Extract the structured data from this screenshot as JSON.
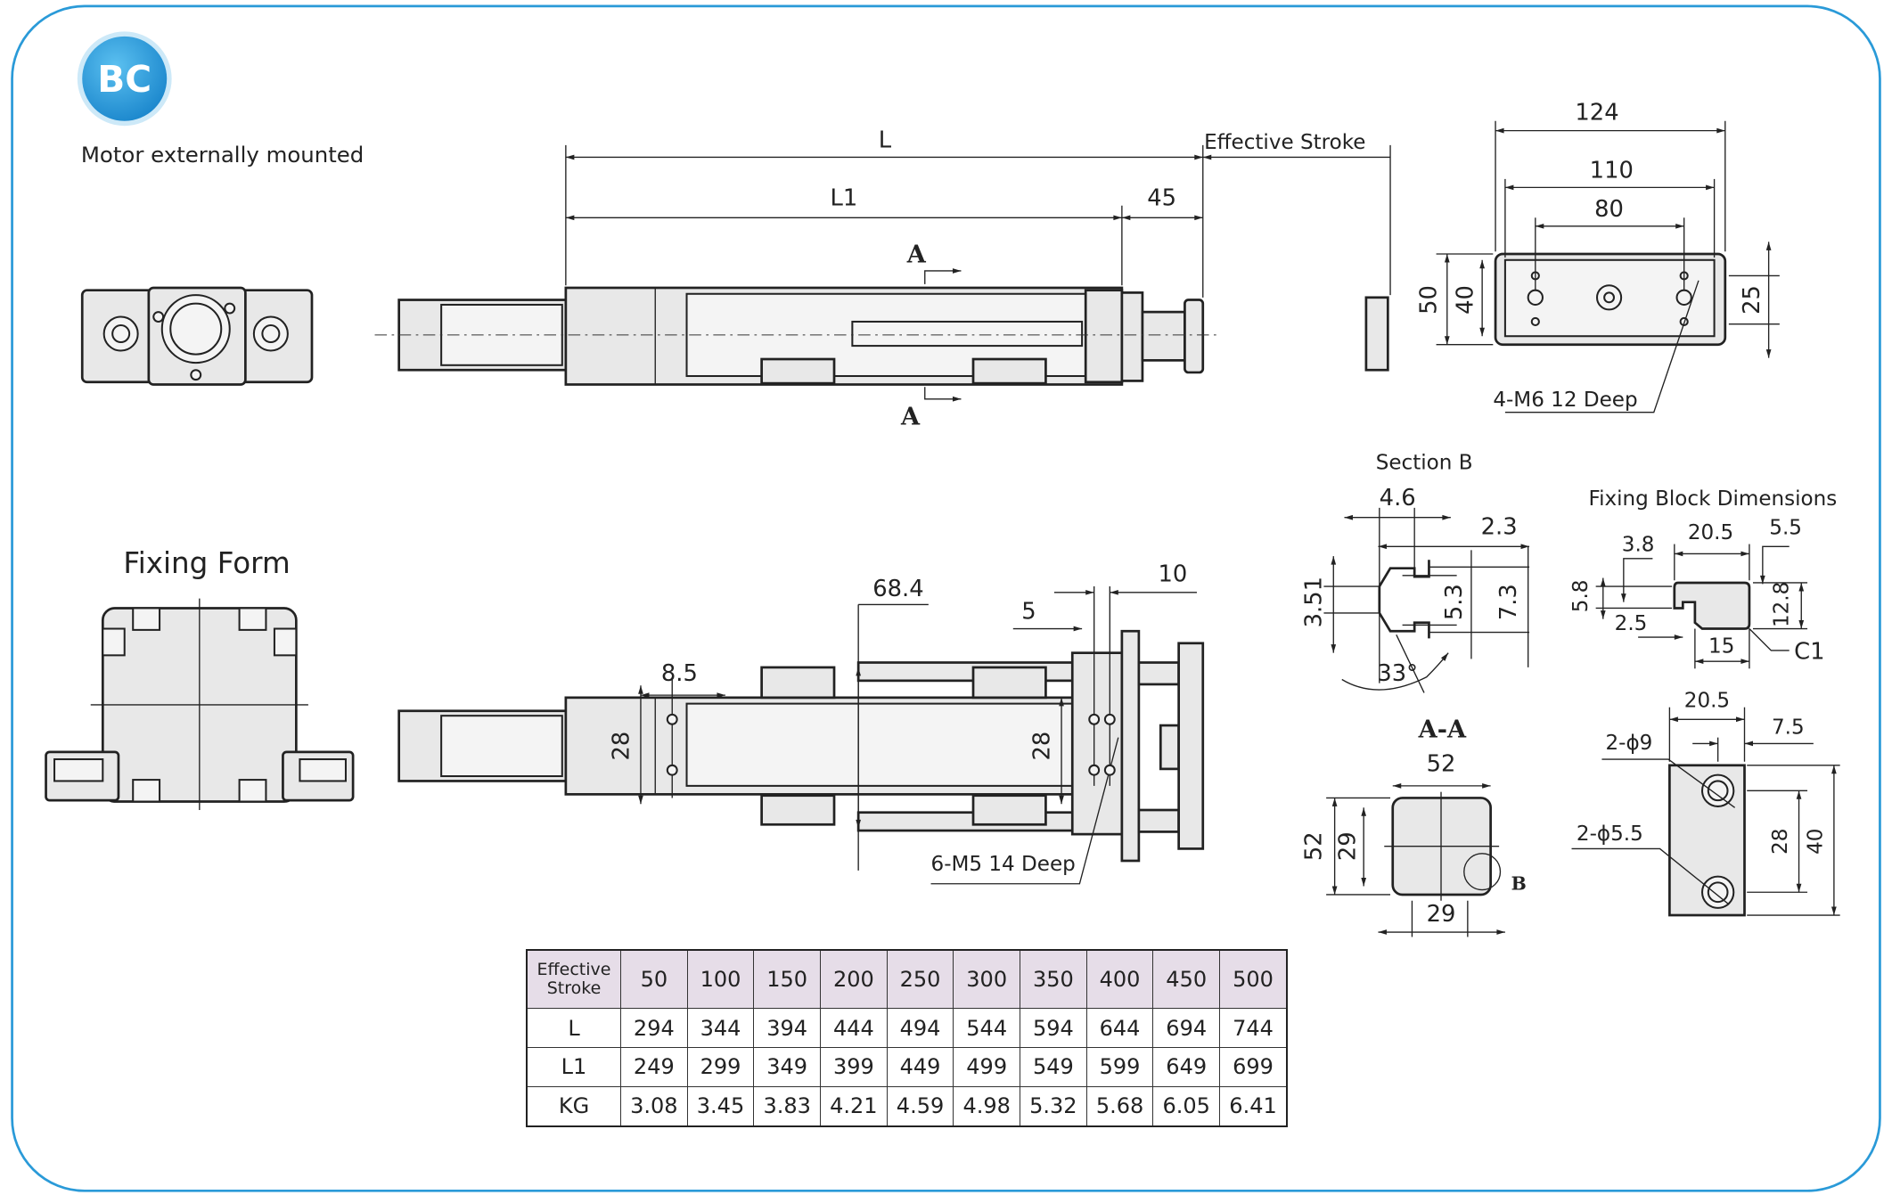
{
  "badge": {
    "text": "BC",
    "color": "#2a9ad8"
  },
  "subtitle": "Motor externally mounted",
  "border_color": "#2a9ad8",
  "top_view": {
    "dims": {
      "L": "L",
      "L1": "L1",
      "d45": "45",
      "effective_stroke": "Effective Stroke",
      "section_mark_top": "A",
      "section_mark_bottom": "A"
    }
  },
  "end_block": {
    "dims": {
      "d124": "124",
      "d110": "110",
      "d80": "80",
      "d50": "50",
      "d40": "40",
      "d25": "25"
    },
    "note": "4-M6  12 Deep"
  },
  "fixing_form": {
    "title": "Fixing Form"
  },
  "bottom_view": {
    "dims": {
      "d68_4": "68.4",
      "d8_5": "8.5",
      "d28a": "28",
      "d28b": "28",
      "d5": "5",
      "d10": "10"
    },
    "note": "6-M5  14 Deep"
  },
  "section_b": {
    "title": "Section B",
    "dims": {
      "d4_6": "4.6",
      "d2_3": "2.3",
      "d3_51": "3.51",
      "d5_3": "5.3",
      "d7_3": "7.3",
      "angle": "33°"
    }
  },
  "section_aa": {
    "title": "A-A",
    "dims": {
      "d52_top": "52",
      "d52_side": "52",
      "d29_side": "29",
      "d29_bottom": "29"
    },
    "detail_mark": "B"
  },
  "fixing_block": {
    "title": "Fixing Block Dimensions",
    "dims": {
      "d3_8": "3.8",
      "d20_5a": "20.5",
      "d5_5": "5.5",
      "d5_8": "5.8",
      "d2_5": "2.5",
      "d15": "15",
      "d12_8": "12.8",
      "c1": "C1",
      "d20_5b": "20.5",
      "d7_5": "7.5",
      "hole9": "2-ϕ9",
      "hole5_5": "2-ϕ5.5",
      "d28": "28",
      "d40": "40"
    }
  },
  "table": {
    "header_label": "Effective Stroke",
    "strokes": [
      "50",
      "100",
      "150",
      "200",
      "250",
      "300",
      "350",
      "400",
      "450",
      "500"
    ],
    "rows": [
      {
        "label": "L",
        "values": [
          "294",
          "344",
          "394",
          "444",
          "494",
          "544",
          "594",
          "644",
          "694",
          "744"
        ]
      },
      {
        "label": "L1",
        "values": [
          "249",
          "299",
          "349",
          "399",
          "449",
          "499",
          "549",
          "599",
          "649",
          "699"
        ]
      },
      {
        "label": "KG",
        "values": [
          "3.08",
          "3.45",
          "3.83",
          "4.21",
          "4.59",
          "4.98",
          "5.32",
          "5.68",
          "6.05",
          "6.41"
        ]
      }
    ],
    "header_bg": "#e6dde8"
  }
}
